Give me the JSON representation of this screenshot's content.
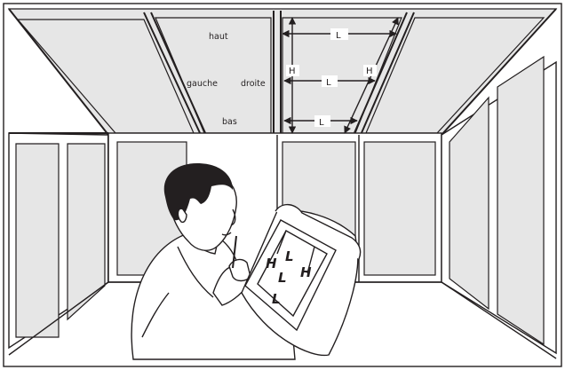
{
  "labels": {
    "top": "haut",
    "left": "gauche",
    "right": "droite",
    "bottom": "bas"
  },
  "dimensions": {
    "length": "L",
    "height": "H"
  },
  "colors": {
    "line": "#231f20",
    "glass": "#e6e6e6",
    "background": "#ffffff"
  },
  "icons": {
    "person": "person-sketching-icon",
    "arrow": "dimension-arrow-icon"
  }
}
